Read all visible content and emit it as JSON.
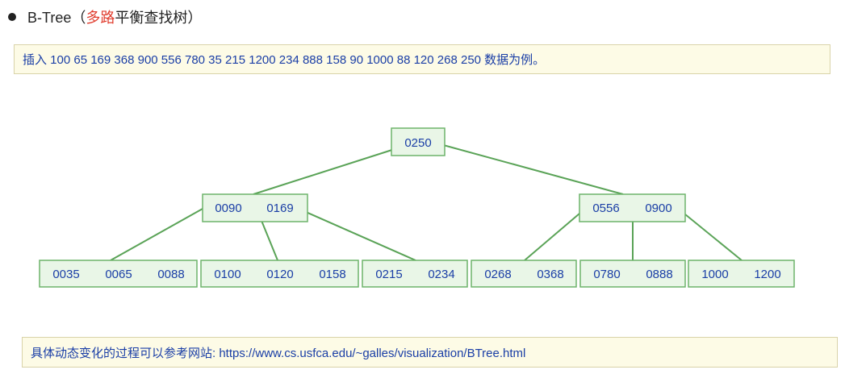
{
  "heading": {
    "prefix": "B-Tree（",
    "highlight": "多路",
    "suffix": "平衡查找树）"
  },
  "insert_note": "插入 100 65 169 368 900 556 780 35 215 1200 234 888 158 90 1000 88 120 268 250 数据为例。",
  "tree": {
    "root": {
      "keys": [
        "0250"
      ]
    },
    "level1": [
      {
        "keys": [
          "0090",
          "0169"
        ]
      },
      {
        "keys": [
          "0556",
          "0900"
        ]
      }
    ],
    "leaves": [
      {
        "keys": [
          "0035",
          "0065",
          "0088"
        ]
      },
      {
        "keys": [
          "0100",
          "0120",
          "0158"
        ]
      },
      {
        "keys": [
          "0215",
          "0234"
        ]
      },
      {
        "keys": [
          "0268",
          "0368"
        ]
      },
      {
        "keys": [
          "0780",
          "0888"
        ]
      },
      {
        "keys": [
          "1000",
          "1200"
        ]
      }
    ],
    "colors": {
      "node_fill": "#e9f6e7",
      "node_border": "#6db36a",
      "edge": "#5aa357",
      "key_text": "#1a3ea6"
    }
  },
  "link_note": "具体动态变化的过程可以参考网站: https://www.cs.usfca.edu/~galles/visualization/BTree.html"
}
